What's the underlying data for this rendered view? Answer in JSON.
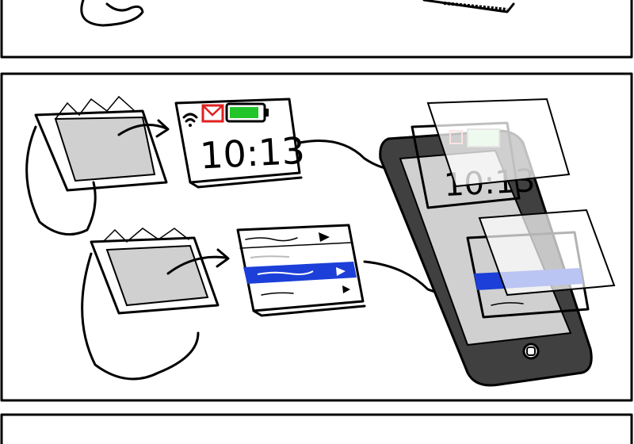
{
  "watch_face": {
    "time": "10:13",
    "icons": [
      "wifi-icon",
      "mail-icon",
      "battery-icon"
    ]
  },
  "list_face": {
    "rows": 4,
    "highlighted_row": 3
  },
  "colors": {
    "mail": "#e02020",
    "battery": "#22c42a",
    "highlight": "#1b3fd8",
    "screen_gray": "#d0d0d0",
    "phone_body": "#404040"
  }
}
